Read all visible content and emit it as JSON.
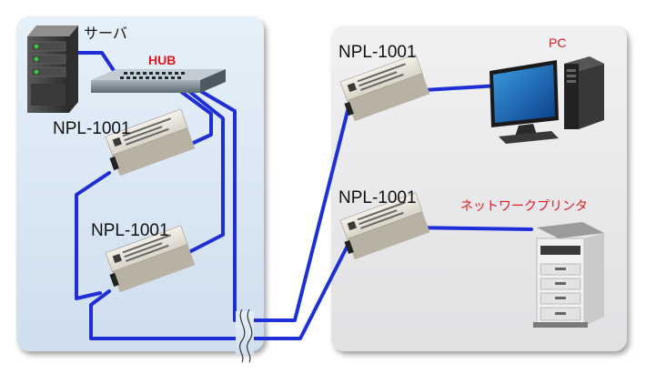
{
  "labels": {
    "server": "サーバ",
    "hub": "HUB",
    "pc": "PC",
    "printer": "ネットワークプリンタ",
    "npl_left_top": "NPL-1001",
    "npl_left_bottom": "NPL-1001",
    "npl_right_top": "NPL-1001",
    "npl_right_bottom": "NPL-1001"
  },
  "colors": {
    "cable": "#1e2fd6",
    "panel_left": "#dbe8f4",
    "panel_right": "#ececef",
    "accent_red": "#e0191f"
  }
}
